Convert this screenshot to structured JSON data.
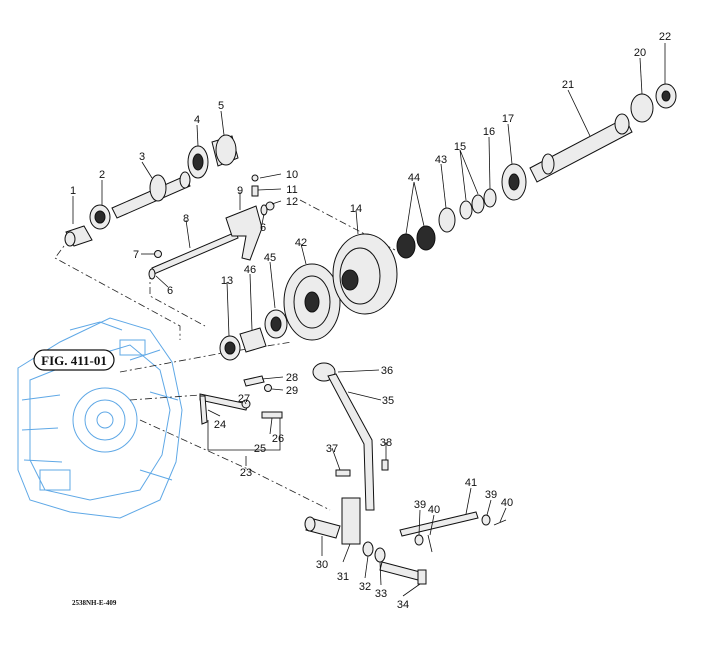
{
  "diagram": {
    "reference_label": "FIG. 411-01",
    "drawing_code": "2538NH-E-409",
    "colors": {
      "housing": "#5fa8e6",
      "line": "#111111",
      "part_fill": "#ececec"
    },
    "callouts": [
      "1",
      "2",
      "3",
      "4",
      "5",
      "6",
      "6",
      "7",
      "8",
      "9",
      "10",
      "11",
      "12",
      "13",
      "14",
      "15",
      "16",
      "17",
      "20",
      "21",
      "22",
      "23",
      "24",
      "25",
      "26",
      "27",
      "28",
      "29",
      "30",
      "31",
      "32",
      "33",
      "34",
      "35",
      "36",
      "37",
      "38",
      "39",
      "39",
      "40",
      "40",
      "41",
      "42",
      "43",
      "44",
      "45",
      "46"
    ]
  }
}
